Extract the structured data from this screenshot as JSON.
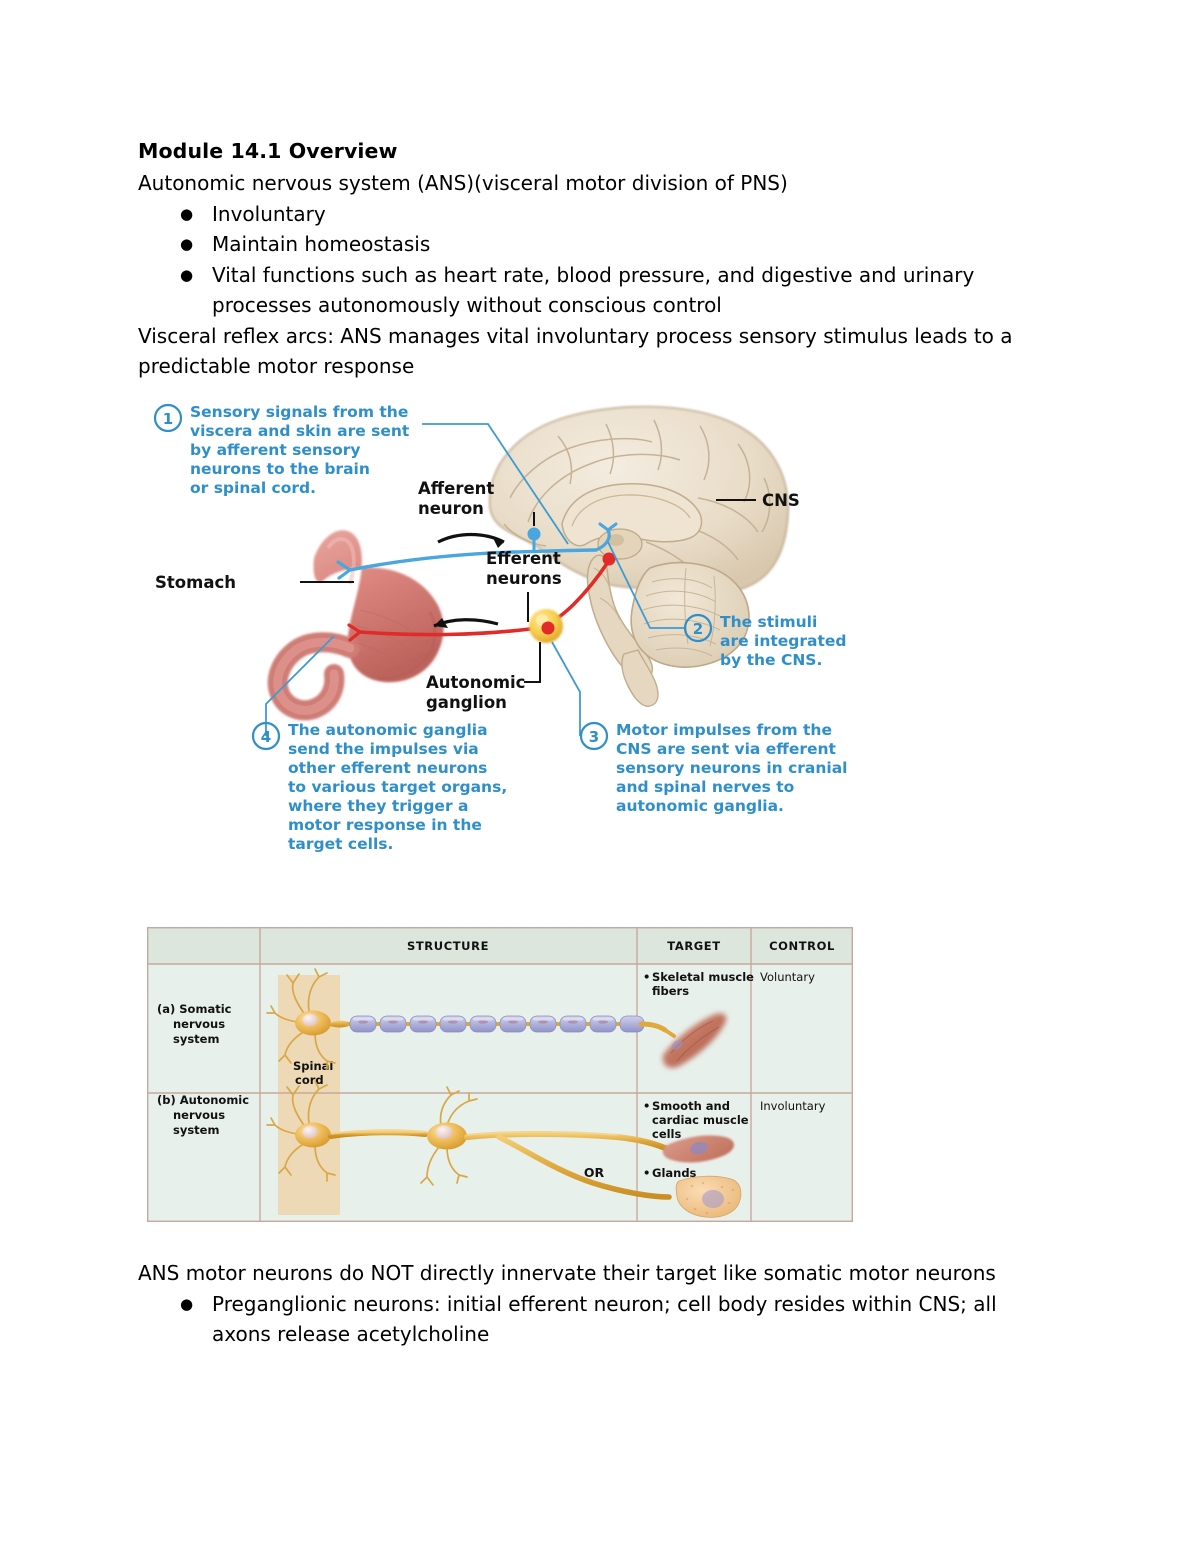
{
  "document": {
    "title": "Module 14.1 Overview",
    "intro_line": "Autonomic nervous system (ANS)(visceral motor division of PNS)",
    "bullets": [
      "Involuntary",
      "Maintain homeostasis",
      "Vital functions such as heart rate, blood pressure, and digestive and urinary processes autonomously without conscious control"
    ],
    "reflex_line_1": "Visceral reflex arcs: ANS manages vital involuntary process sensory stimulus leads to a",
    "reflex_line_2": "predictable motor response",
    "bottom_line": "ANS motor neurons do NOT directly innervate their target like somatic motor neurons",
    "bottom_bullets": [
      "Preganglionic neurons: initial efferent neuron; cell body resides within CNS; all axons release acetylcholine"
    ],
    "bullet_glyph": "●"
  },
  "reflex_figure": {
    "callouts": [
      {
        "number": "1",
        "lines": [
          "Sensory signals from the",
          "viscera and skin are sent",
          "by afferent sensory",
          "neurons to the brain",
          "or spinal cord."
        ]
      },
      {
        "number": "2",
        "lines": [
          "The stimuli",
          "are integrated",
          "by the CNS."
        ]
      },
      {
        "number": "3",
        "lines": [
          "Motor impulses from the",
          "CNS are sent via efferent",
          "sensory neurons in cranial",
          "and spinal nerves to",
          "autonomic ganglia."
        ]
      },
      {
        "number": "4",
        "lines": [
          "The autonomic ganglia",
          "send the impulses via",
          "other efferent neurons",
          "to various target organs,",
          "where they trigger a",
          "motor response in the",
          "target cells."
        ]
      }
    ],
    "labels": {
      "cns": "CNS",
      "afferent_neuron": [
        "Afferent",
        "neuron"
      ],
      "efferent_neurons": [
        "Efferent",
        "neurons"
      ],
      "autonomic_ganglion": [
        "Autonomic",
        "ganglion"
      ],
      "stomach": "Stomach"
    },
    "colors": {
      "callout_blue": "#2f8fc9",
      "afferent_blue": "#4aa6de",
      "efferent_red": "#e02b28",
      "ganglion_yellow": "#f5c93f",
      "brain_tan": "#e8dcc8",
      "stomach_pink": "#d98a86"
    }
  },
  "comparison_table": {
    "headers": [
      "",
      "STRUCTURE",
      "TARGET",
      "CONTROL"
    ],
    "spinal_cord_label": [
      "Spinal",
      "cord"
    ],
    "or_label": "OR",
    "rows": [
      {
        "label": [
          "(a) Somatic",
          "nervous",
          "system"
        ],
        "targets": [
          [
            "Skeletal muscle",
            "fibers"
          ]
        ],
        "control": "Voluntary"
      },
      {
        "label": [
          "(b) Autonomic",
          "nervous",
          "system"
        ],
        "targets": [
          [
            "Smooth and",
            "cardiac muscle",
            "cells"
          ],
          [
            "Glands"
          ]
        ],
        "control": "Involuntary"
      }
    ],
    "colors": {
      "header_fill": "#dde6dd",
      "body_fill": "#e8f0ec",
      "border": "#c8a89c",
      "spinal_fill": "#eed9b6",
      "neuron_gold": "#e8ab36",
      "myelin_purple": "#b0b2dd",
      "muscle_red": "#c07a65",
      "gland_tan": "#f0c89a"
    }
  }
}
